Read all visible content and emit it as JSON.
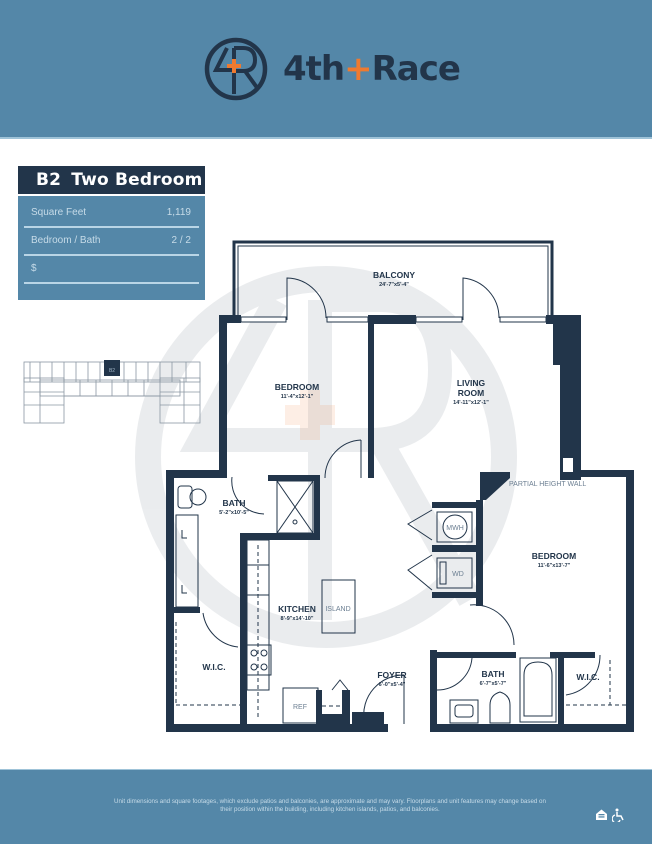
{
  "brand": {
    "name_part1": "4th",
    "name_plus": "+",
    "name_part2": "Race",
    "logo_icon": "4r-circle-logo-icon",
    "colors": {
      "primary_blue": "#5487a8",
      "navy": "#22354a",
      "accent_orange": "#ef7a2f"
    }
  },
  "unit": {
    "code": "B2",
    "name": "Two Bedroom",
    "rows": [
      {
        "label": "Square Feet",
        "value": "1,119"
      },
      {
        "label": "Bedroom / Bath",
        "value": "2 / 2"
      },
      {
        "label": "$",
        "value": ""
      }
    ]
  },
  "keyplan": {
    "highlight_label": "B2"
  },
  "floorplan": {
    "rooms": [
      {
        "name": "BALCONY",
        "dims": "24'-7\"x5'-4\""
      },
      {
        "name": "BEDROOM",
        "dims": "11'-4\"x12'-1\""
      },
      {
        "name": "LIVING",
        "name2": "ROOM",
        "dims": "14'-11\"x12'-1\""
      },
      {
        "name": "BATH",
        "dims": "5'-2\"x10'-5\""
      },
      {
        "name": "KITCHEN",
        "dims": "8'-9\"x14'-10\""
      },
      {
        "name": "BEDROOM",
        "dims": "11'-6\"x13'-7\""
      },
      {
        "name": "FOYER",
        "dims": "6'-0\"x5'-4\""
      },
      {
        "name": "BATH",
        "dims": "6'-7\"x5'-7\""
      },
      {
        "name": "W.I.C.",
        "dims": ""
      },
      {
        "name": "W.I.C.",
        "dims": ""
      }
    ],
    "fixtures": {
      "island": "ISLAND",
      "refrigerator": "REF",
      "water_heater": "MWH",
      "washer_dryer": "WD"
    },
    "notes": {
      "partial_wall": "PARTIAL HEIGHT WALL"
    }
  },
  "footer": {
    "disclaimer": "Unit dimensions and square footages, which exclude patios and balconies, are approximate and may vary. Floorplans and unit features may change based on their position within the building, including kitchen islands, patios, and balconies.",
    "icons": [
      "equal-housing-icon",
      "accessibility-icon"
    ]
  }
}
